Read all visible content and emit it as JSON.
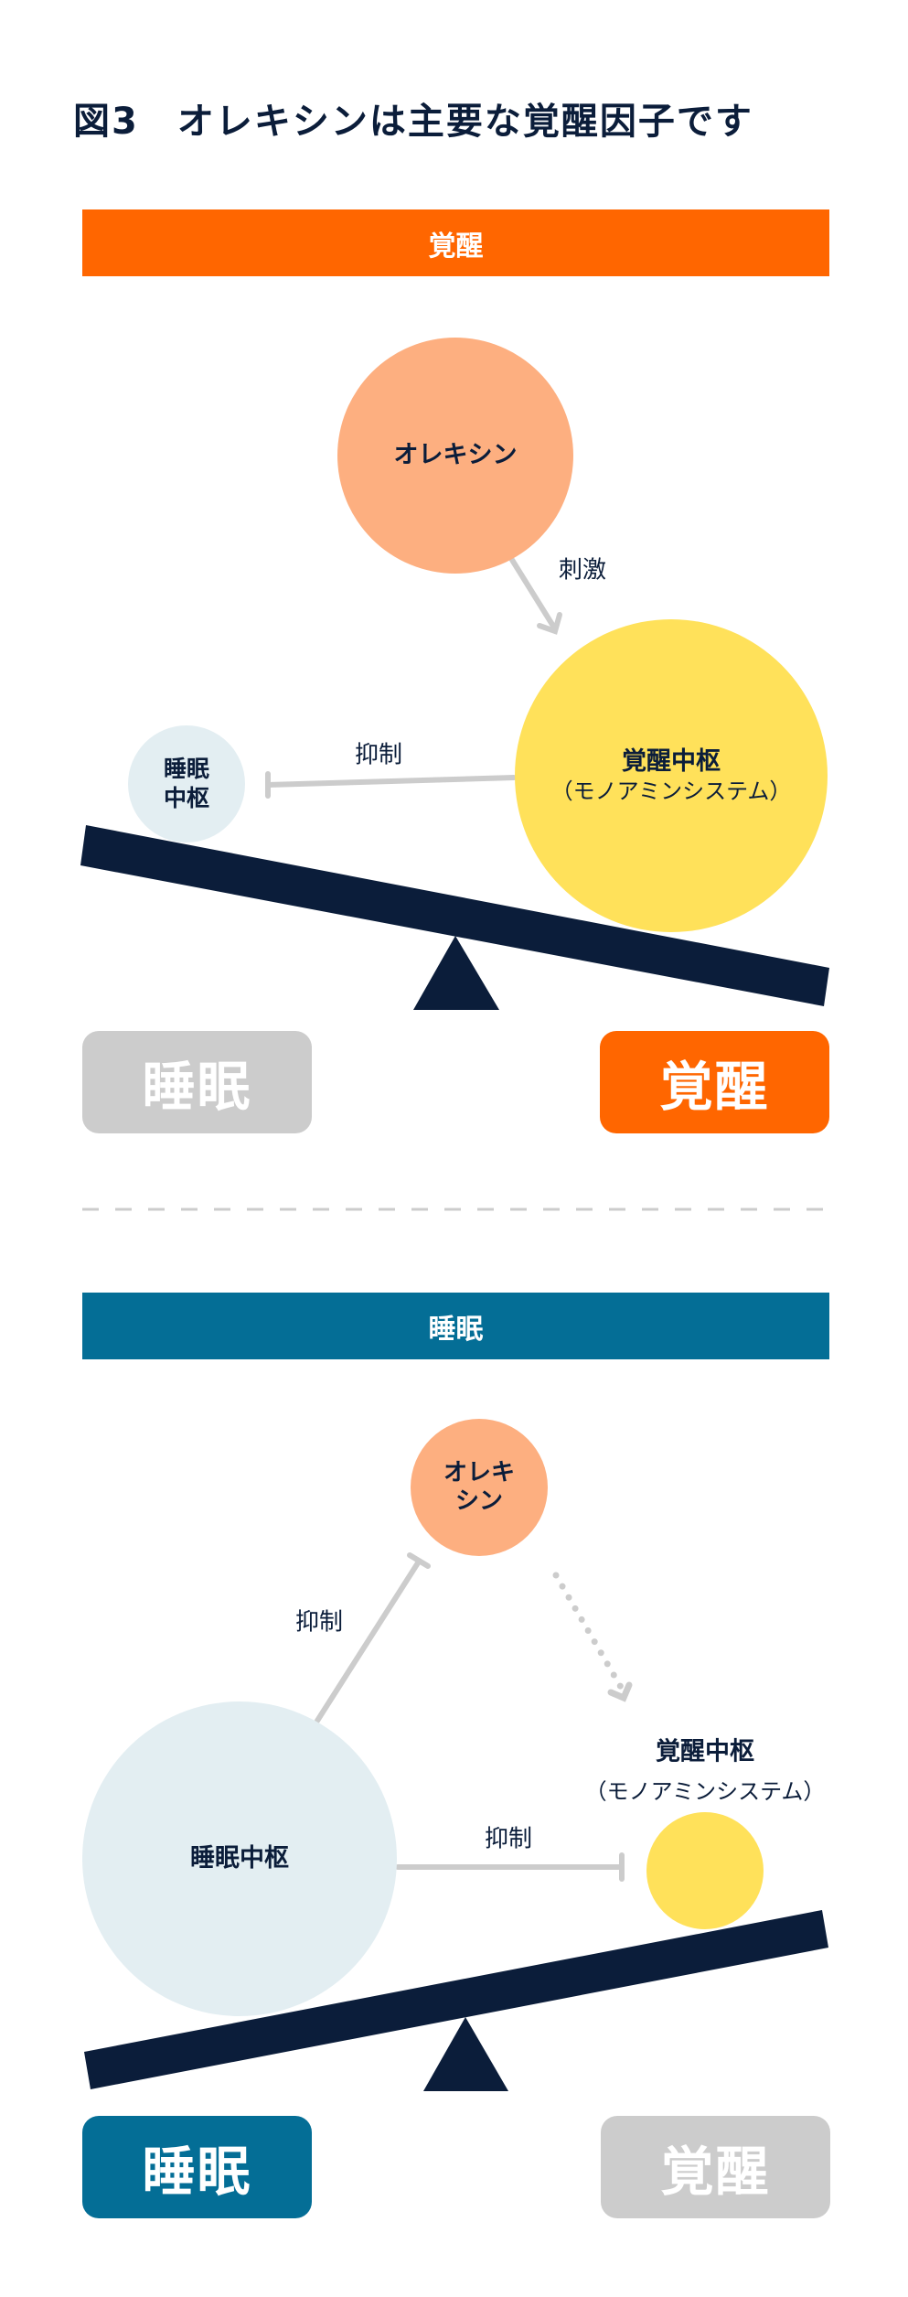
{
  "title": "図3　オレキシンは主要な覚醒因子です",
  "colors": {
    "wake": "#FF6600",
    "sleep": "#046E96",
    "orexin": "#FDAF80",
    "wake_center": "#FFE15A",
    "sleep_center": "#E3EEF2",
    "navy": "#0B1D3A",
    "inactive": "#CCCCCC"
  },
  "wake_panel": {
    "header": "覚醒",
    "orexin": "オレキシン",
    "stimulate": "刺激",
    "wake_center": "覚醒中枢",
    "wake_center_sub": "（モノアミンシステム）",
    "sleep_center_l1": "睡眠",
    "sleep_center_l2": "中枢",
    "inhibit": "抑制",
    "left_label": "睡眠",
    "right_label": "覚醒"
  },
  "sleep_panel": {
    "header": "睡眠",
    "orexin_l1": "オレキ",
    "orexin_l2": "シン",
    "inhibit_orexin": "抑制",
    "sleep_center": "睡眠中枢",
    "inhibit_wake": "抑制",
    "wake_center": "覚醒中枢",
    "wake_center_sub": "（モノアミンシステム）",
    "left_label": "睡眠",
    "right_label": "覚醒"
  }
}
